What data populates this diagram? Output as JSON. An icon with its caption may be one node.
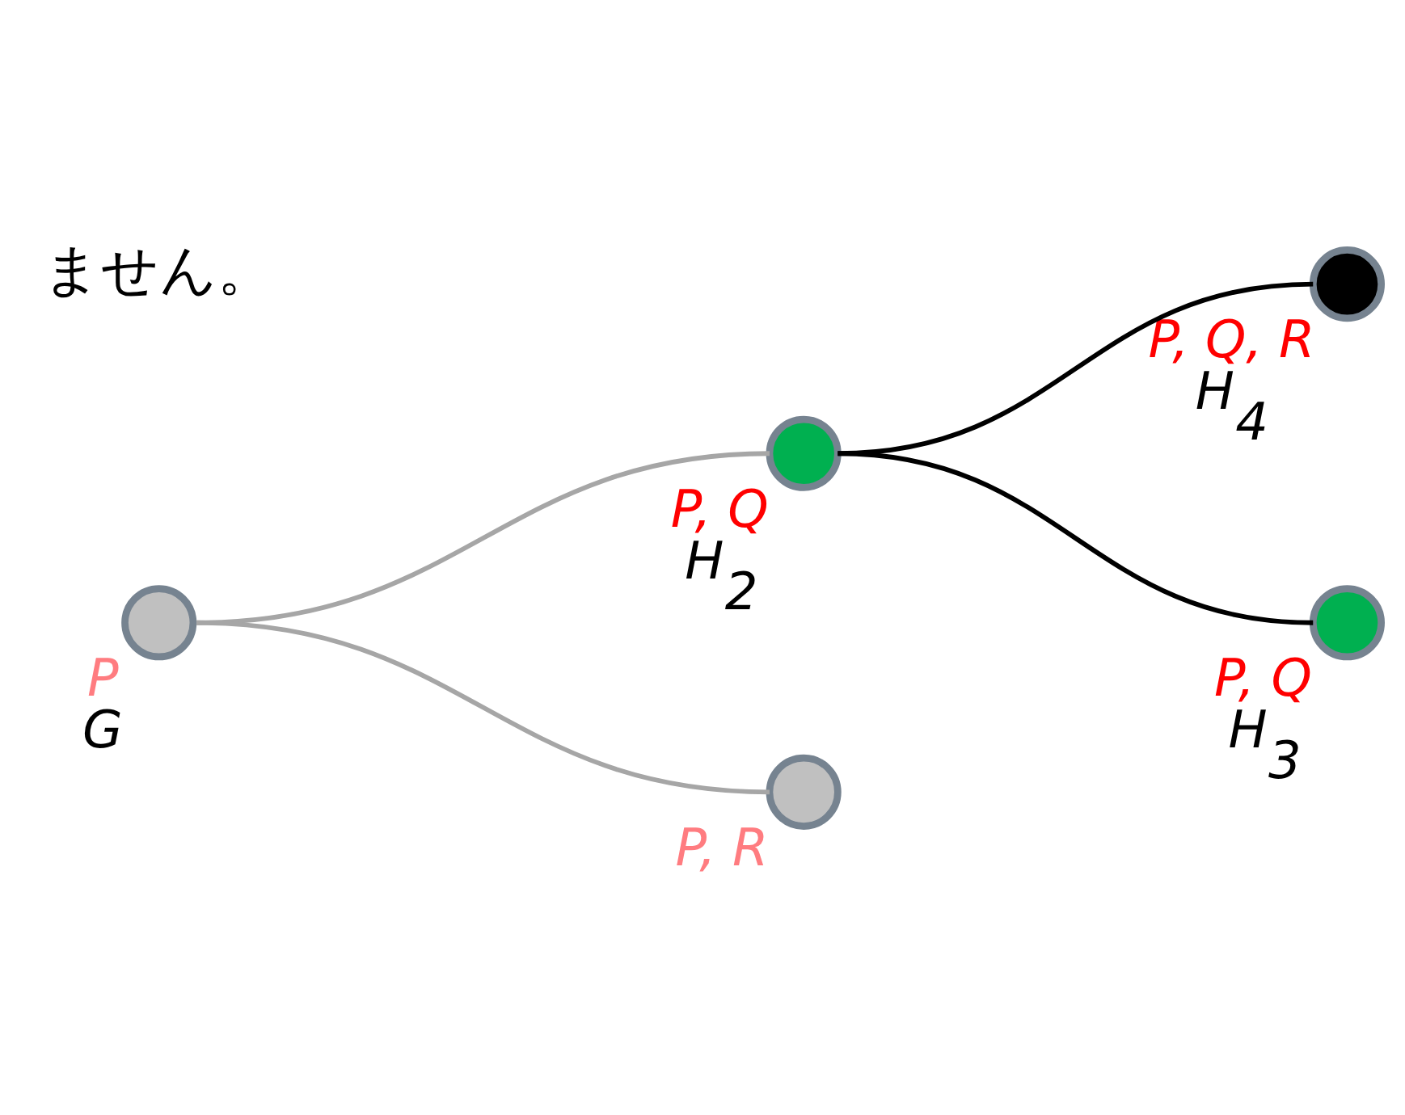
{
  "diagram": {
    "nodes": [
      {
        "text": [],
        "shape": "circle",
        "beside": [
          "P",
          "G"
        ]
      },
      {
        "text": [],
        "shape": "circle",
        "beside": [
          "P, Q",
          "H$_{2}$"
        ]
      },
      {
        "text": [],
        "shape": "circle",
        "beside": [
          "P, Q, R",
          "H$_{4}$"
        ]
      },
      {
        "text": [],
        "shape": "circle",
        "beside": [
          "P, Q",
          "H$_{3}$"
        ]
      },
      {
        "text": [],
        "shape": "circle",
        "beside": [
          "P, R"
        ]
      }
    ],
    "edges": [
      {
        "from": 0,
        "to": 1,
        "arrow": "none",
        "color": "#a6a6a6"
      },
      {
        "from": 0,
        "to": 4,
        "arrow": "none",
        "color": "#a6a6a6"
      },
      {
        "from": 1,
        "to": 2,
        "arrow": "none",
        "color": "#000000"
      },
      {
        "from": 1,
        "to": 3,
        "arrow": "none",
        "color": "#000000"
      }
    ],
    "labels": [
      "ません。"
    ]
  }
}
